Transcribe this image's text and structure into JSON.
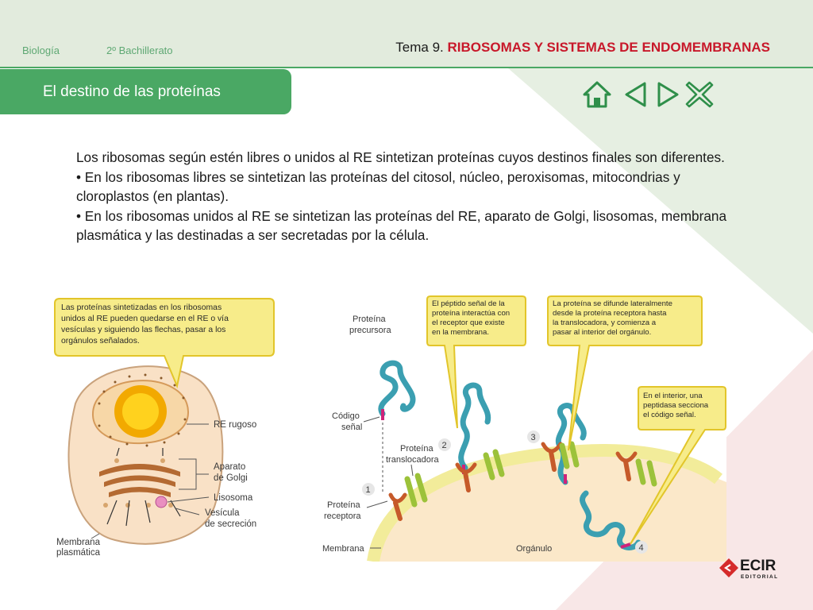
{
  "header": {
    "subject": "Biología",
    "course": "2º Bachillerato",
    "topic_prefix": "Tema 9.",
    "topic_title": "RIBOSOMAS Y SISTEMAS DE ENDOMEMBRANAS"
  },
  "section_tab": {
    "title": "El destino de las proteínas"
  },
  "nav": {
    "home_icon": "home-icon",
    "prev_icon": "triangle-left-icon",
    "next_icon": "triangle-right-icon",
    "close_icon": "x-icon"
  },
  "intro": {
    "p1": "Los ribosomas según estén libres o unidos al RE sintetizan proteínas cuyos destinos finales son diferentes.",
    "p2": "• En los ribosomas libres se sintetizan las proteínas del citosol, núcleo, peroxisomas, mitocondrias y cloroplastos (en plantas).",
    "p3": "• En los ribosomas unidos al RE se sintetizan las proteínas del RE, aparato de Golgi, lisosomas, membrana plasmática y las destinadas a ser secretadas por la célula."
  },
  "left_figure": {
    "callout": [
      "Las proteínas sintetizadas en los ribosomas",
      "unidos al RE pueden quedarse en el RE o vía",
      "vesículas y siguiendo las flechas, pasar a los",
      "orgánulos señalados."
    ],
    "labels": {
      "re": "RE rugoso",
      "golgi_1": "Aparato",
      "golgi_2": "de Golgi",
      "lisosoma": "Lisosoma",
      "vesicula_1": "Vesícula",
      "vesicula_2": "de secreción",
      "membrana_1": "Membrana",
      "membrana_2": "plasmática"
    }
  },
  "right_figure": {
    "labels": {
      "precursora_1": "Proteína",
      "precursora_2": "precursora",
      "codigo_1": "Código",
      "codigo_2": "señal",
      "translocadora_1": "Proteína",
      "translocadora_2": "translocadora",
      "receptora_1": "Proteína",
      "receptora_2": "receptora",
      "membrana": "Membrana",
      "organulo": "Orgánulo"
    },
    "steps": [
      "1",
      "2",
      "3",
      "4"
    ],
    "callout_1": [
      "El péptido señal de la",
      "proteína interactúa con",
      "el receptor que existe",
      "en la membrana."
    ],
    "callout_2": [
      "La proteína se difunde lateralmente",
      "desde la proteína receptora hasta",
      "la translocadora, y comienza a",
      "pasar al interior del orgánulo."
    ],
    "callout_3": [
      "En el interior, una",
      "peptidasa secciona",
      "el código señal."
    ]
  },
  "logo": {
    "name": "ECIR",
    "sub": "EDITORIAL"
  },
  "colors": {
    "green": "#4aa864",
    "red_title": "#c8182a",
    "callout_yellow": "#f7ec8a",
    "callout_border": "#e2c52a",
    "signal_magenta": "#d0237a",
    "protein_teal": "#3b9fb1"
  }
}
